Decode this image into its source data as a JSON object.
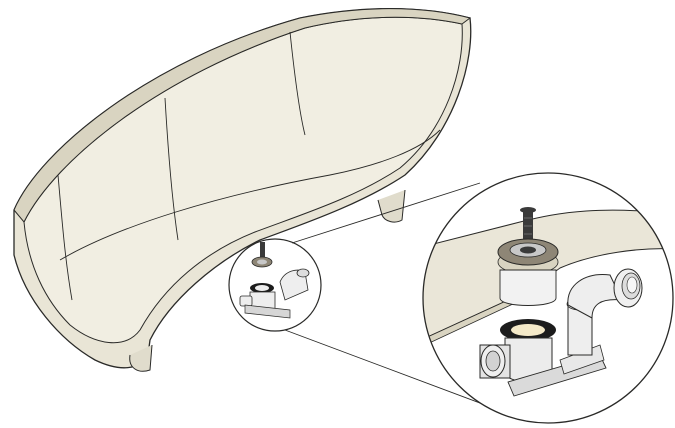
{
  "diagram": {
    "components": [
      {
        "id": "bathtub",
        "label": ""
      },
      {
        "id": "drain-assembly",
        "label": ""
      },
      {
        "id": "detail-callout",
        "label": ""
      }
    ]
  },
  "colors": {
    "tub_body": "#e9e5d6",
    "tub_inner": "#f1eee2",
    "rim": "#d9d4c1",
    "outline": "#2a2a28",
    "metal_dark": "#3a3a3a",
    "metal_light": "#c8c8c8",
    "plastic": "#eeeeee",
    "gasket": "#1c1c1c",
    "flange": "#8e8676"
  }
}
